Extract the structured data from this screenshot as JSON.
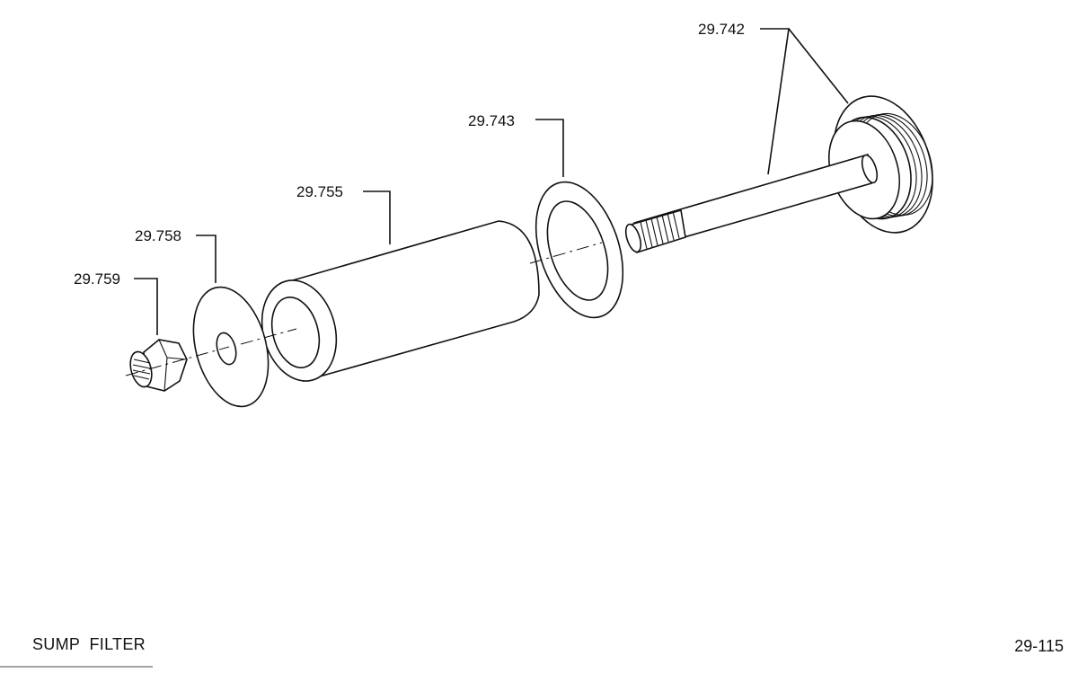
{
  "figure": {
    "title": "SUMP  FILTER",
    "page_number": "29-115"
  },
  "parts": [
    {
      "id": "29.742",
      "label": "29.742",
      "name": "bolt-with-flange"
    },
    {
      "id": "29.743",
      "label": "29.743",
      "name": "gasket-ring"
    },
    {
      "id": "29.755",
      "label": "29.755",
      "name": "filter-cylinder"
    },
    {
      "id": "29.758",
      "label": "29.758",
      "name": "washer"
    },
    {
      "id": "29.759",
      "label": "29.759",
      "name": "hex-nut"
    }
  ]
}
